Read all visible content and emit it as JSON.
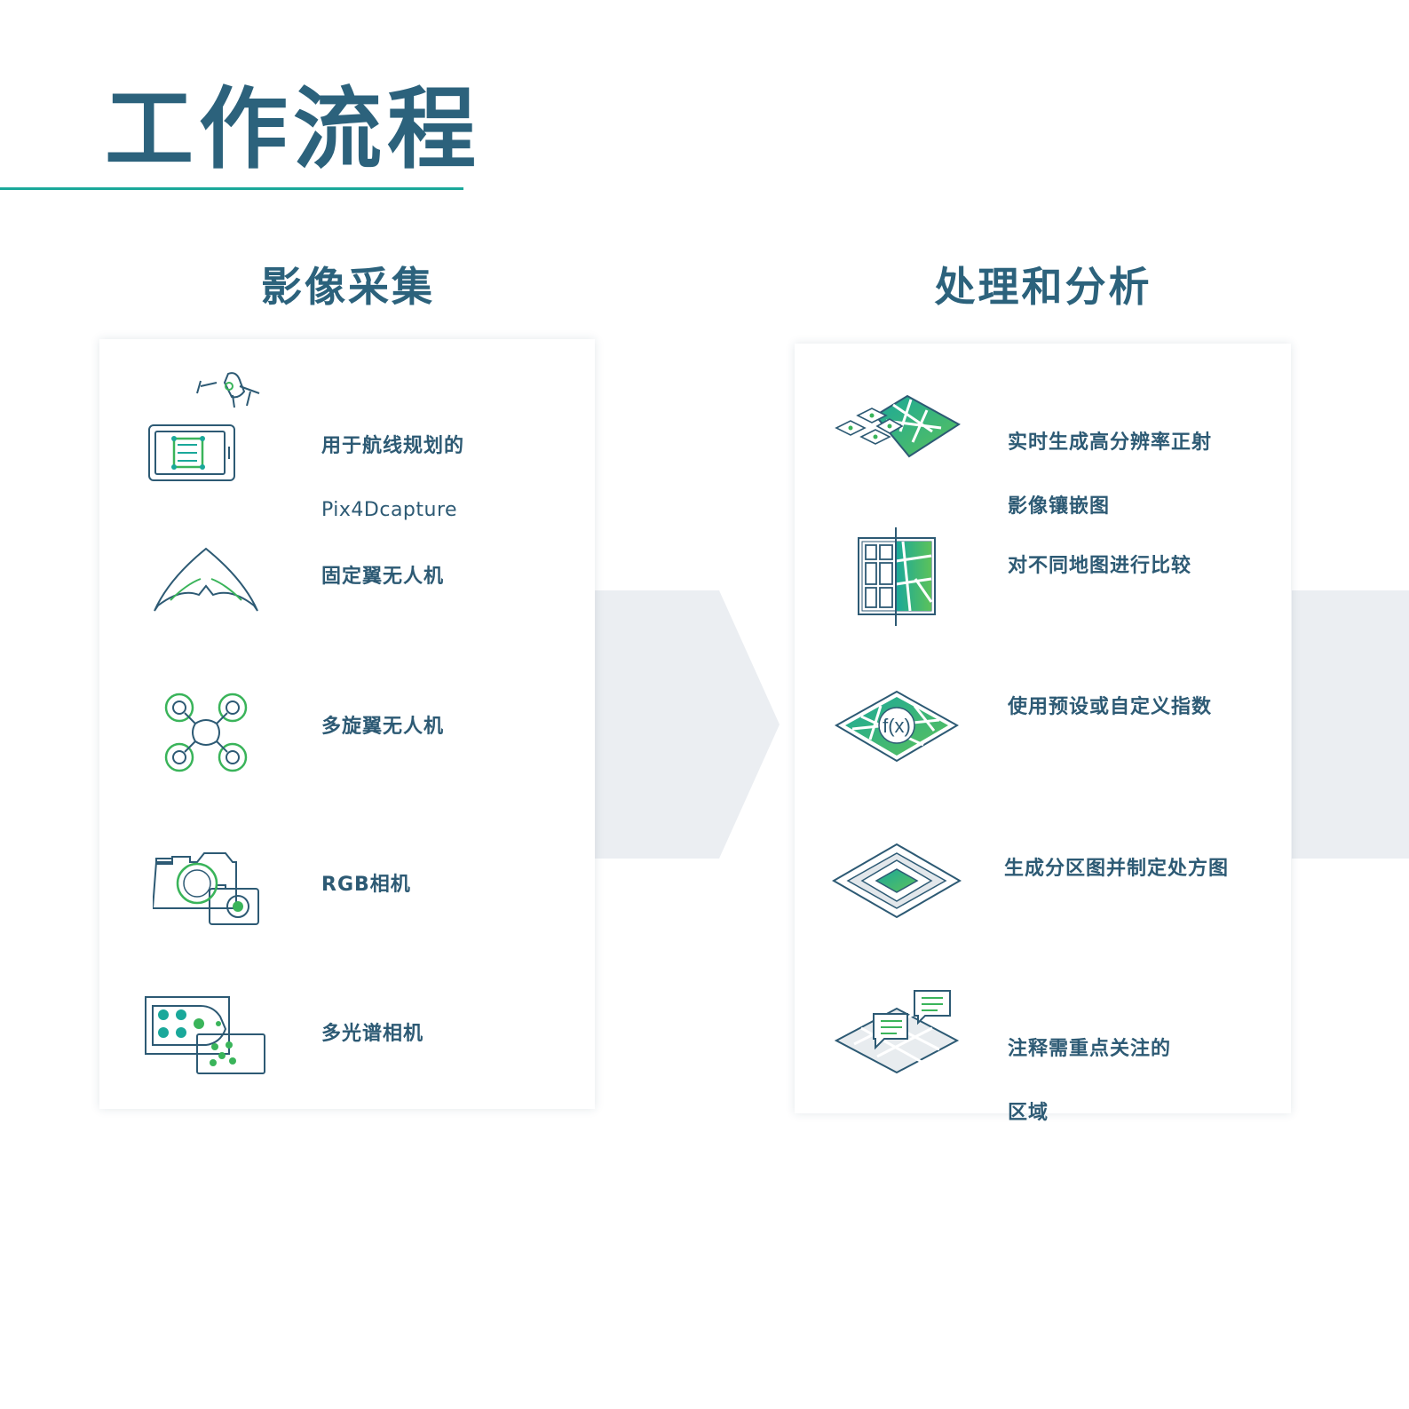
{
  "page": {
    "title": "工作流程"
  },
  "colors": {
    "title": "#2c627c",
    "accent": "#1aa89a",
    "text": "#2d5a74",
    "green": "#3ab45a",
    "band": "#ebeef2"
  },
  "capture": {
    "title": "影像采集",
    "items": [
      {
        "icon": "drone-tablet-icon",
        "label_line1": "用于航线规划的",
        "label_line2": "Pix4Dcapture"
      },
      {
        "icon": "fixed-wing-drone-icon",
        "label": "固定翼无人机"
      },
      {
        "icon": "multirotor-drone-icon",
        "label": "多旋翼无人机"
      },
      {
        "icon": "rgb-camera-icon",
        "label": "RGB相机"
      },
      {
        "icon": "multispectral-camera-icon",
        "label": "多光谱相机"
      }
    ]
  },
  "processing": {
    "title": "处理和分析",
    "items": [
      {
        "icon": "orthomosaic-icon",
        "label_line1": "实时生成高分辨率正射",
        "label_line2": "影像镶嵌图"
      },
      {
        "icon": "map-compare-icon",
        "label": "对不同地图进行比较"
      },
      {
        "icon": "index-formula-icon",
        "label": "使用预设或自定义指数",
        "formula": "f(x)"
      },
      {
        "icon": "zone-map-icon",
        "label": "生成分区图并制定处方图"
      },
      {
        "icon": "annotation-icon",
        "label_line1": "注释需重点关注的",
        "label_line2": "区域"
      }
    ]
  }
}
